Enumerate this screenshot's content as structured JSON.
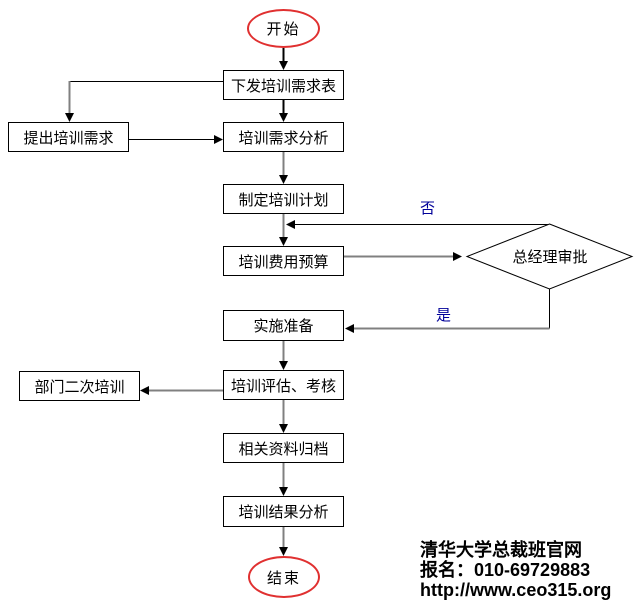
{
  "flowchart": {
    "nodes": {
      "start": {
        "label": "开始",
        "shape": "terminal"
      },
      "distribute_form": {
        "label": "下发培训需求表",
        "shape": "process"
      },
      "propose_needs": {
        "label": "提出培训需求",
        "shape": "process"
      },
      "needs_analysis": {
        "label": "培训需求分析",
        "shape": "process"
      },
      "make_plan": {
        "label": "制定培训计划",
        "shape": "process"
      },
      "budget": {
        "label": "培训费用预算",
        "shape": "process"
      },
      "gm_approval": {
        "label": "总经理审批",
        "shape": "decision"
      },
      "implementation_prep": {
        "label": "实施准备",
        "shape": "process"
      },
      "evaluation": {
        "label": "培训评估、考核",
        "shape": "process"
      },
      "dept_second_training": {
        "label": "部门二次培训",
        "shape": "process"
      },
      "archive": {
        "label": "相关资料归档",
        "shape": "process"
      },
      "result_analysis": {
        "label": "培训结果分析",
        "shape": "process"
      },
      "end": {
        "label": "结束",
        "shape": "terminal"
      }
    },
    "edge_labels": {
      "no": "否",
      "yes": "是"
    },
    "colors": {
      "line_black": "#000000",
      "connector_gray": "#808080",
      "terminal_border": "#e03030",
      "edge_label": "#000099",
      "node_fill": "#ffffff"
    }
  },
  "footer": {
    "line1": "清华大学总裁班官网",
    "line2": "报名：010-69729883",
    "line3": "http://www.ceo315.org"
  }
}
